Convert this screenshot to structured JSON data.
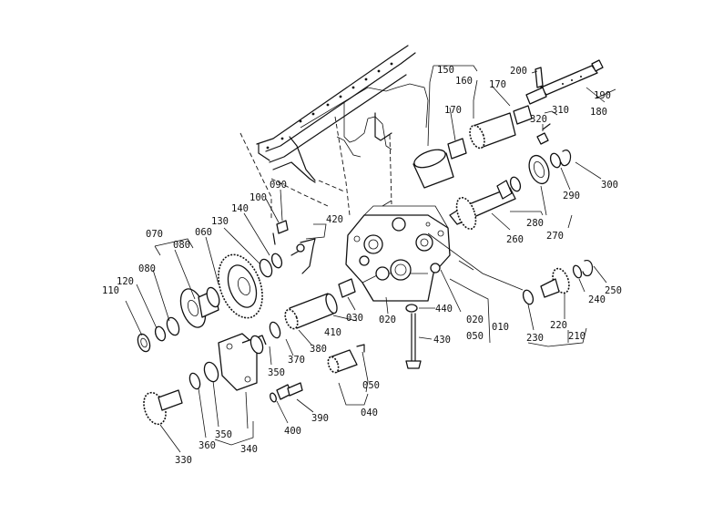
{
  "diagram": {
    "parts": [
      {
        "id": "p010",
        "label": "010"
      },
      {
        "id": "p020a",
        "label": "020"
      },
      {
        "id": "p020b",
        "label": "020"
      },
      {
        "id": "p030",
        "label": "030"
      },
      {
        "id": "p040",
        "label": "040"
      },
      {
        "id": "p050a",
        "label": "050"
      },
      {
        "id": "p050b",
        "label": "050"
      },
      {
        "id": "p060",
        "label": "060"
      },
      {
        "id": "p070",
        "label": "070"
      },
      {
        "id": "p080a",
        "label": "080"
      },
      {
        "id": "p080b",
        "label": "080"
      },
      {
        "id": "p090",
        "label": "090"
      },
      {
        "id": "p100",
        "label": "100"
      },
      {
        "id": "p110",
        "label": "110"
      },
      {
        "id": "p120",
        "label": "120"
      },
      {
        "id": "p130",
        "label": "130"
      },
      {
        "id": "p140",
        "label": "140"
      },
      {
        "id": "p150",
        "label": "150"
      },
      {
        "id": "p160",
        "label": "160"
      },
      {
        "id": "p170a",
        "label": "170"
      },
      {
        "id": "p170b",
        "label": "170"
      },
      {
        "id": "p180",
        "label": "180"
      },
      {
        "id": "p190",
        "label": "190"
      },
      {
        "id": "p200",
        "label": "200"
      },
      {
        "id": "p210",
        "label": "210"
      },
      {
        "id": "p220",
        "label": "220"
      },
      {
        "id": "p230",
        "label": "230"
      },
      {
        "id": "p240",
        "label": "240"
      },
      {
        "id": "p250",
        "label": "250"
      },
      {
        "id": "p260",
        "label": "260"
      },
      {
        "id": "p270",
        "label": "270"
      },
      {
        "id": "p280",
        "label": "280"
      },
      {
        "id": "p290",
        "label": "290"
      },
      {
        "id": "p300",
        "label": "300"
      },
      {
        "id": "p310",
        "label": "310"
      },
      {
        "id": "p320",
        "label": "320"
      },
      {
        "id": "p330",
        "label": "330"
      },
      {
        "id": "p340",
        "label": "340"
      },
      {
        "id": "p350a",
        "label": "350"
      },
      {
        "id": "p350b",
        "label": "350"
      },
      {
        "id": "p360",
        "label": "360"
      },
      {
        "id": "p370",
        "label": "370"
      },
      {
        "id": "p380",
        "label": "380"
      },
      {
        "id": "p390",
        "label": "390"
      },
      {
        "id": "p400",
        "label": "400"
      },
      {
        "id": "p410",
        "label": "410"
      },
      {
        "id": "p420",
        "label": "420"
      },
      {
        "id": "p430",
        "label": "430"
      },
      {
        "id": "p440",
        "label": "440"
      }
    ]
  }
}
